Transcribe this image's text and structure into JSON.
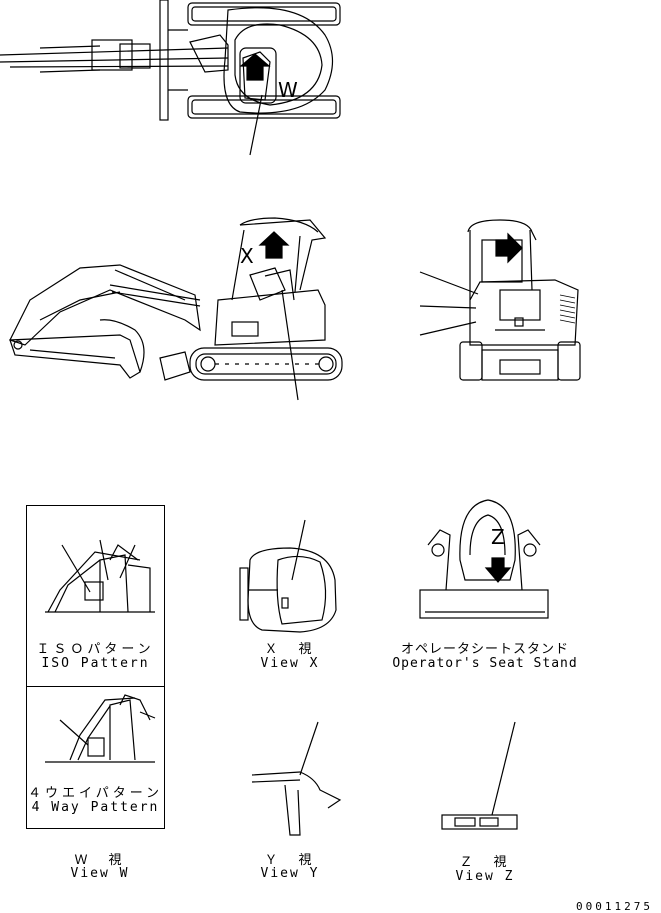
{
  "markers": {
    "w": "W",
    "x": "X",
    "z": "Z"
  },
  "captions": {
    "iso_ja": "ＩＳＯパターン",
    "iso_en": "ISO Pattern",
    "four_way_ja": "４ウエイパターン",
    "four_way_en": "4 Way Pattern",
    "view_w_ja": "Ｗ　視",
    "view_w_en": "View W",
    "view_x_ja": "Ｘ　視",
    "view_x_en": "View X",
    "view_y_ja": "Ｙ　視",
    "view_y_en": "View Y",
    "view_z_ja": "Ｚ　視",
    "view_z_en": "View Z",
    "seat_stand_ja": "オペレータシートスタンド",
    "seat_stand_en": "Operator's Seat Stand"
  },
  "drawing_number": "00011275"
}
